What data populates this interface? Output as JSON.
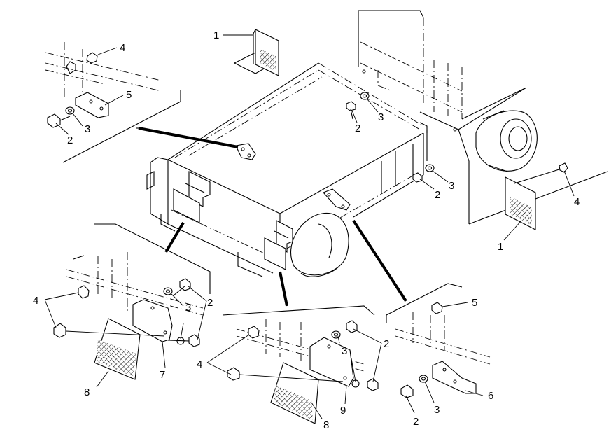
{
  "callouts": [
    {
      "id": "c1a",
      "text": "1"
    },
    {
      "id": "c1b",
      "text": "1"
    },
    {
      "id": "c2a",
      "text": "2"
    },
    {
      "id": "c2b",
      "text": "2"
    },
    {
      "id": "c2c",
      "text": "2"
    },
    {
      "id": "c2d",
      "text": "2"
    },
    {
      "id": "c2e",
      "text": "2"
    },
    {
      "id": "c2f",
      "text": "2"
    },
    {
      "id": "c3a",
      "text": "3"
    },
    {
      "id": "c3b",
      "text": "3"
    },
    {
      "id": "c3c",
      "text": "3"
    },
    {
      "id": "c3d",
      "text": "3"
    },
    {
      "id": "c3e",
      "text": "3"
    },
    {
      "id": "c3f",
      "text": "3"
    },
    {
      "id": "c4a",
      "text": "4"
    },
    {
      "id": "c4b",
      "text": "4"
    },
    {
      "id": "c4c",
      "text": "4"
    },
    {
      "id": "c4d",
      "text": "4"
    },
    {
      "id": "c5a",
      "text": "5"
    },
    {
      "id": "c5b",
      "text": "5"
    },
    {
      "id": "c6",
      "text": "6"
    },
    {
      "id": "c7",
      "text": "7"
    },
    {
      "id": "c8a",
      "text": "8"
    },
    {
      "id": "c8b",
      "text": "8"
    },
    {
      "id": "c9",
      "text": "9"
    }
  ]
}
